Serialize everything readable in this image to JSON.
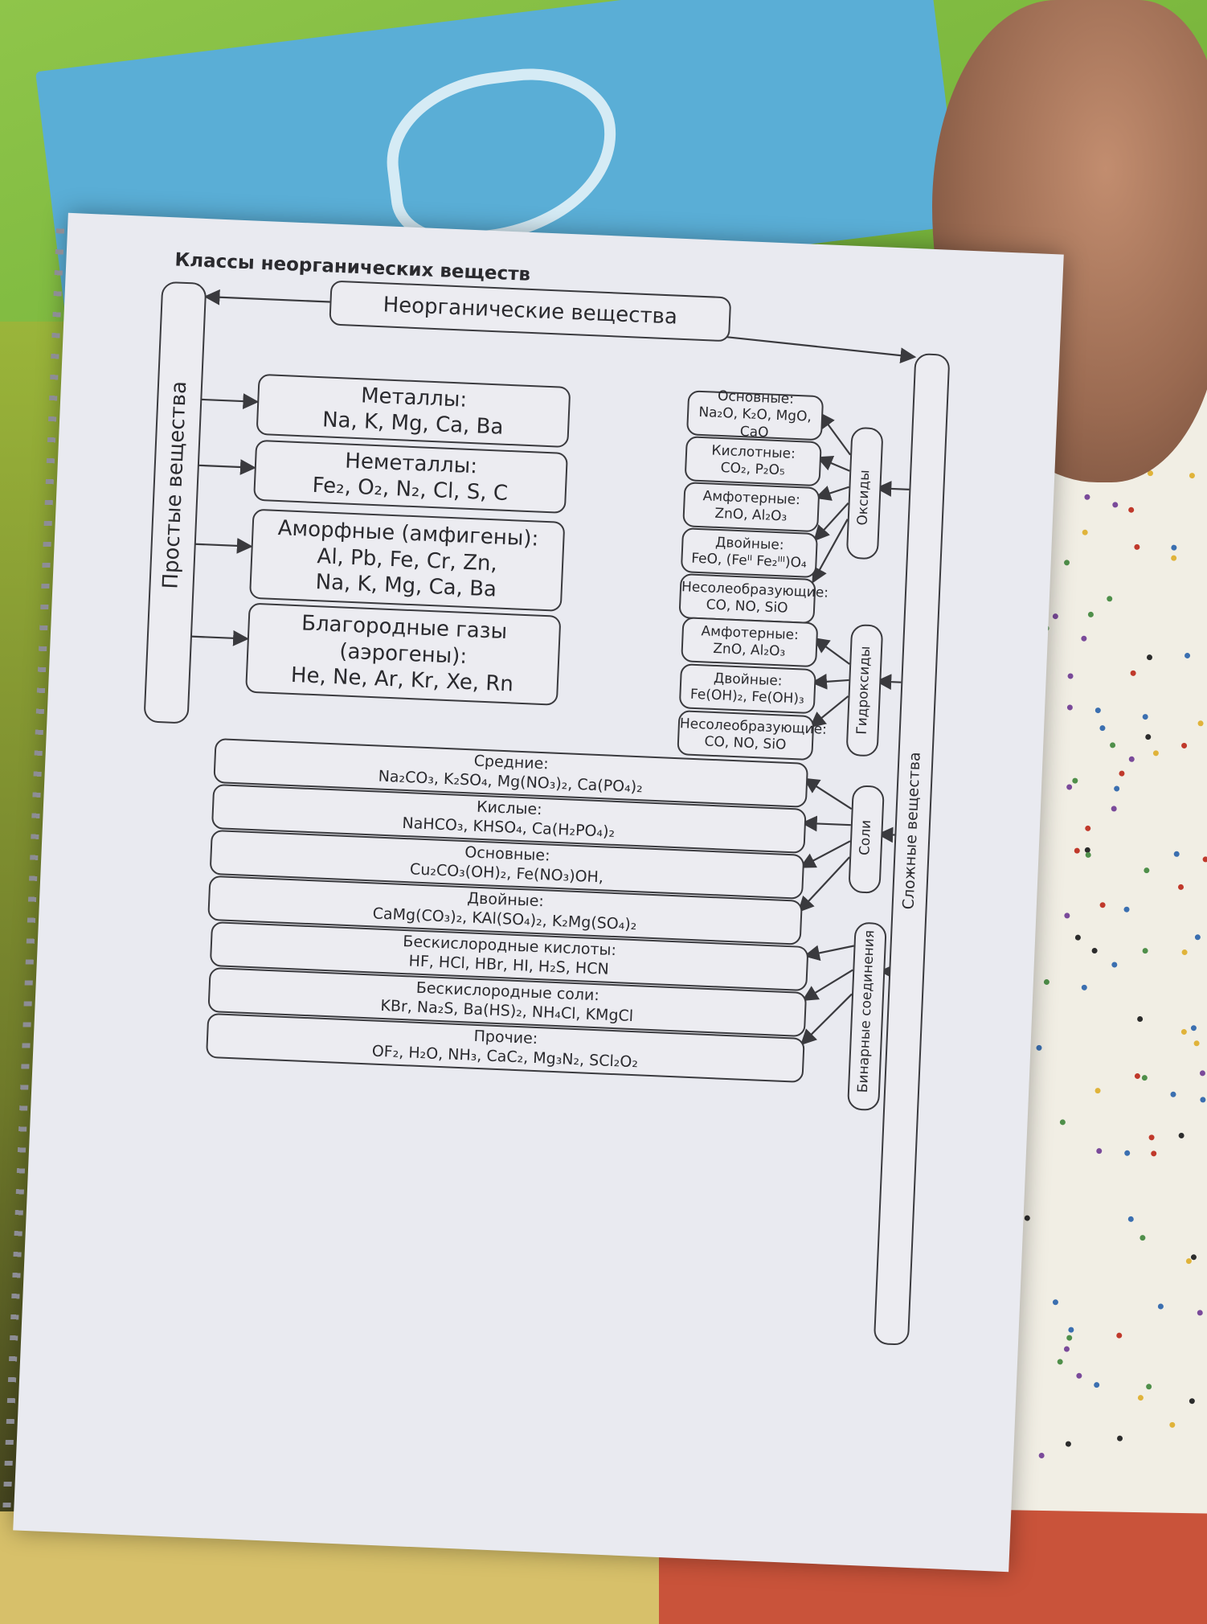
{
  "title": "Классы неорганических веществ",
  "root": "Неорганические вещества",
  "simple_label": "Простые вещества",
  "complex_label": "Сложные вещества",
  "simple": [
    {
      "title": "Металлы:",
      "lines": [
        "Na, K, Mg, Ca, Ba"
      ]
    },
    {
      "title": "Неметаллы:",
      "lines": [
        "Fe₂, O₂, N₂, Cl, S, C"
      ]
    },
    {
      "title": "Аморфные (амфигены):",
      "lines": [
        "Al, Pb, Fe, Cr, Zn,",
        "Na, K, Mg, Ca, Ba"
      ]
    },
    {
      "title": "Благородные газы",
      "lines": [
        "(аэрогены):",
        "He, Ne, Ar, Kr, Xe, Rn"
      ]
    }
  ],
  "groups": {
    "oxides": "Оксиды",
    "hydroxides": "Гидроксиды",
    "salts": "Соли",
    "binary": "Бинарные соединения"
  },
  "oxides": [
    {
      "title": "Основные:",
      "formula": "Na₂O, K₂O, MgO, CaO"
    },
    {
      "title": "Кислотные:",
      "formula": "CO₂, P₂O₅"
    },
    {
      "title": "Амфотерные:",
      "formula": "ZnO, Al₂O₃"
    },
    {
      "title": "Двойные:",
      "formula": "FeO, (Feᴵᴵ Fe₂ᴵᴵᴵ)O₄"
    },
    {
      "title": "Несолеобразующие:",
      "formula": "CO, NO, SiO"
    }
  ],
  "hydroxides": [
    {
      "title": "Амфотерные:",
      "formula": "ZnO, Al₂O₃"
    },
    {
      "title": "Двойные:",
      "formula": "Fe(OH)₂, Fe(OH)₃"
    },
    {
      "title": "Несолеобразующие:",
      "formula": "CO, NO, SiO"
    }
  ],
  "salts": [
    {
      "title": "Средние:",
      "formula": "Na₂CO₃, K₂SO₄, Mg(NO₃)₂, Ca(PO₄)₂"
    },
    {
      "title": "Кислые:",
      "formula": "NaHCO₃, KHSO₄, Ca(H₂PO₄)₂"
    },
    {
      "title": "Основные:",
      "formula": "Cu₂CO₃(OH)₂, Fe(NO₃)OH,"
    },
    {
      "title": "Двойные:",
      "formula": "CaMg(CO₃)₂, KAl(SO₄)₂, K₂Mg(SO₄)₂"
    }
  ],
  "binary": [
    {
      "title": "Бескислородные кислоты:",
      "formula": "HF, HCl, HBr, HI, H₂S, HCN"
    },
    {
      "title": "Бескислородные соли:",
      "formula": "KBr, Na₂S, Ba(HS)₂, NH₄Cl, KMgCl"
    },
    {
      "title": "Прочие:",
      "formula": "OF₂, H₂O, NH₃, CaC₂, Mg₃N₂, SCl₂O₂"
    }
  ]
}
